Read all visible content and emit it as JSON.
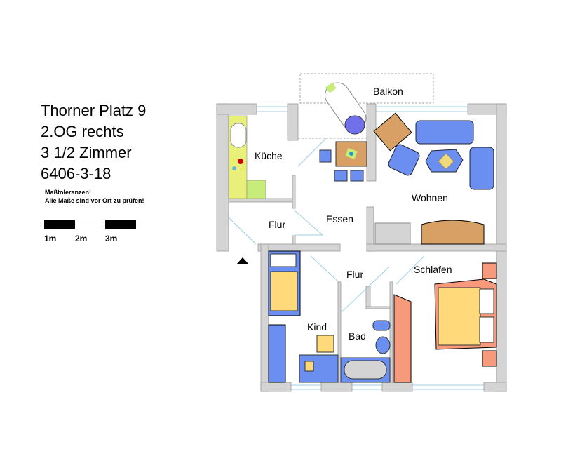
{
  "info": {
    "address": "Thorner Platz 9",
    "floor": "2.OG rechts",
    "rooms": "3 1/2 Zimmer",
    "reference": "6406-3-18"
  },
  "notes": {
    "line1": "Maßtoleranzen!",
    "line2": "Alle Maße sind vor Ort zu prüfen!"
  },
  "scale_bar": {
    "labels": [
      "1m",
      "2m",
      "3m"
    ]
  },
  "rooms": {
    "kueche": "Küche",
    "balkon": "Balkon",
    "wohnen": "Wohnen",
    "essen": "Essen",
    "flur1": "Flur",
    "flur2": "Flur",
    "schlafen": "Schlafen",
    "kind": "Kind",
    "bad": "Bad"
  },
  "colors": {
    "wall": "#d4d4d4",
    "upholstery": "#6b8ff0",
    "wood": "#d9a066",
    "bed": "#ffd97a",
    "bedroom": "#f79a7c",
    "kitchen": "#e8f07a"
  }
}
